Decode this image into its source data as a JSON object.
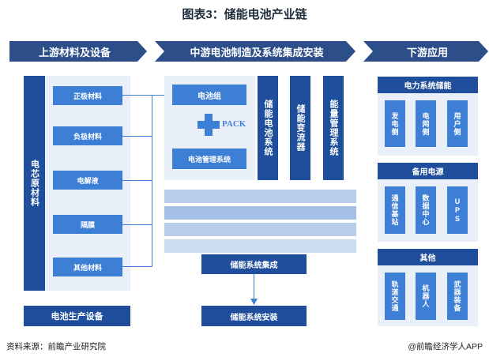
{
  "title": "图表3：储能电池产业链",
  "headers": {
    "upstream": "上游材料及设备",
    "midstream": "中游电池制造及系统集成安装",
    "downstream": "下游应用"
  },
  "upstream": {
    "core_label": "电芯原材料",
    "materials": [
      "正极材料",
      "负极材料",
      "电解液",
      "隔膜",
      "其他材料"
    ],
    "equipment": "电池生产设备"
  },
  "midstream": {
    "cell_group": "电池组",
    "plus_label": "PACK",
    "bms": "电池管理系统",
    "columns": [
      "储能电池系统",
      "储能变流器",
      "能量管理系统"
    ],
    "integration": "储能系统集成",
    "installation": "储能系统安装"
  },
  "downstream": {
    "sections": [
      {
        "title": "电力系统储能",
        "items": [
          "发电侧",
          "电网侧",
          "用户侧"
        ]
      },
      {
        "title": "备用电源",
        "items": [
          "通信基站",
          "数据中心",
          "UPS"
        ]
      },
      {
        "title": "其他",
        "items": [
          "轨道交通",
          "机器人",
          "武器装备"
        ]
      }
    ]
  },
  "footer": {
    "source": "资料来源：前瞻产业研究院",
    "brand": "@前瞻经济学人APP"
  },
  "colors": {
    "dark_blue": "#1f4e9c",
    "mid_blue": "#3e7fd6",
    "panel": "#eaf0f9",
    "header": "#2c4f8a"
  }
}
